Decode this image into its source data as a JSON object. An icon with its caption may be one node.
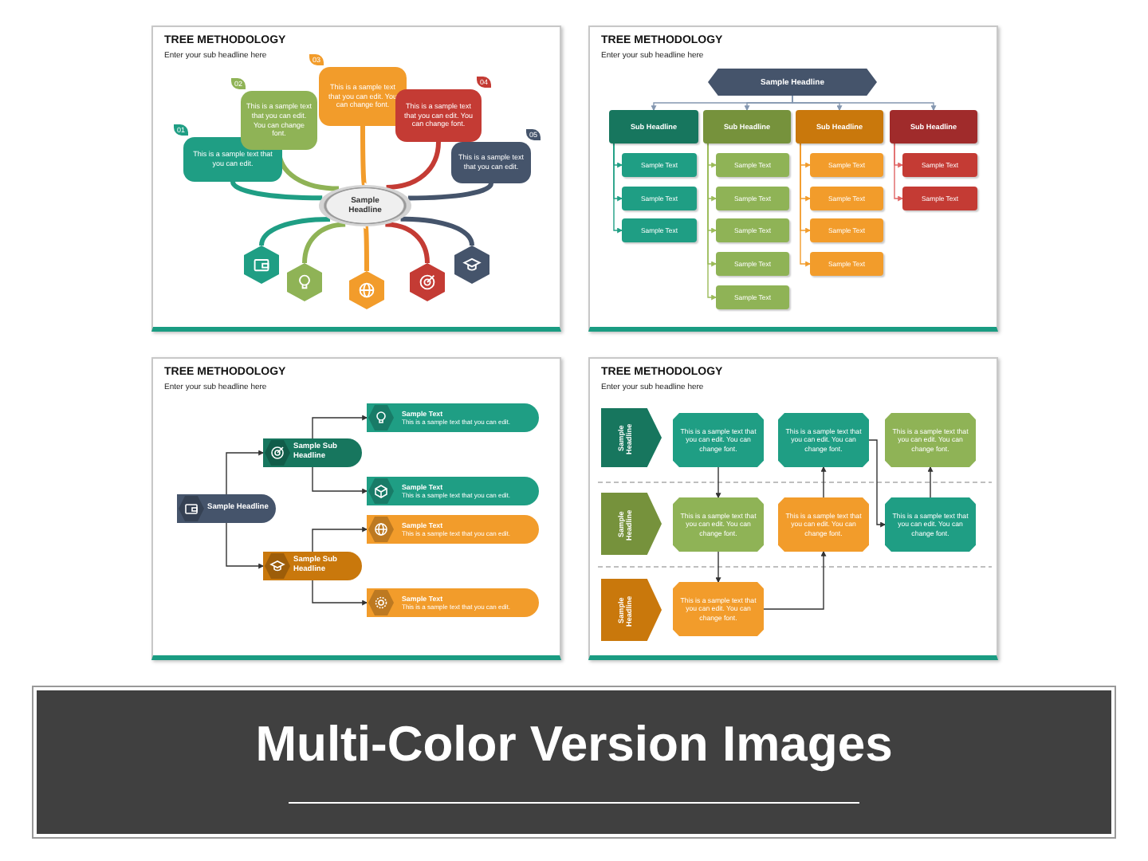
{
  "diagram": {
    "nodes": [
      {
        "text": [
          "TREE METHODOLOGY",
          "Enter your sub headline here"
        ]
      },
      {
        "text": [
          "Sample Headline"
        ],
        "in": 0
      },
      {
        "text": [
          "This is a sample text that you can edit."
        ],
        "beside": [
          "01"
        ],
        "in": 0
      },
      {
        "text": [
          "This is a sample text that you can edit. You can change font."
        ],
        "beside": [
          "02"
        ],
        "in": 0
      },
      {
        "text": [
          "This is a sample text that you can edit. You can change font."
        ],
        "beside": [
          "03"
        ],
        "in": 0
      },
      {
        "text": [
          "This is a sample text that you can edit. You can change font."
        ],
        "beside": [
          "04"
        ],
        "in": 0
      },
      {
        "text": [
          "This is a sample text that you can edit."
        ],
        "beside": [
          "05"
        ],
        "in": 0
      },
      {
        "text": [],
        "shape": "hexagon",
        "in": 0
      },
      {
        "text": [],
        "shape": "hexagon",
        "in": 0
      },
      {
        "text": [],
        "shape": "hexagon",
        "in": 0
      },
      {
        "text": [],
        "shape": "hexagon",
        "in": 0
      },
      {
        "text": [],
        "shape": "hexagon",
        "in": 0
      },
      {
        "text": [
          "TREE METHODOLOGY",
          "Enter your sub headline here"
        ]
      },
      {
        "text": [
          "Sample Headline"
        ],
        "in": 12
      },
      {
        "text": [
          "Sub Headline"
        ],
        "in": 12
      },
      {
        "text": [
          "Sub Headline"
        ],
        "in": 12
      },
      {
        "text": [
          "Sub Headline"
        ],
        "in": 12
      },
      {
        "text": [
          "Sub Headline"
        ],
        "in": 12
      },
      {
        "text": [
          "Sample Text"
        ],
        "in": 12
      },
      {
        "text": [
          "Sample Text"
        ],
        "in": 12
      },
      {
        "text": [
          "Sample Text"
        ],
        "in": 12
      },
      {
        "text": [
          "Sample Text"
        ],
        "in": 12
      },
      {
        "text": [
          "Sample Text"
        ],
        "in": 12
      },
      {
        "text": [
          "Sample Text"
        ],
        "in": 12
      },
      {
        "text": [
          "Sample Text"
        ],
        "in": 12
      },
      {
        "text": [
          "Sample Text"
        ],
        "in": 12
      },
      {
        "text": [
          "Sample Text"
        ],
        "in": 12
      },
      {
        "text": [
          "Sample Text"
        ],
        "in": 12
      },
      {
        "text": [
          "Sample Text"
        ],
        "in": 12
      },
      {
        "text": [
          "Sample Text"
        ],
        "in": 12
      },
      {
        "text": [
          "Sample Text"
        ],
        "in": 12
      },
      {
        "text": [
          "Sample Text"
        ],
        "in": 12
      },
      {
        "text": [
          "TREE METHODOLOGY",
          "Enter your sub headline here"
        ]
      },
      {
        "text": [
          "Sample Headline"
        ],
        "in": 32
      },
      {
        "text": [
          "Sample Sub Headline"
        ],
        "in": 32
      },
      {
        "text": [
          "Sample Sub Headline"
        ],
        "in": 32
      },
      {
        "text": [
          "Sample Text",
          "This is a sample text that you can edit."
        ],
        "in": 32
      },
      {
        "text": [
          "Sample Text",
          "This is a sample text that you can edit."
        ],
        "in": 32
      },
      {
        "text": [
          "Sample Text",
          "This is a sample text that you can edit."
        ],
        "in": 32
      },
      {
        "text": [
          "Sample Text",
          "This is a sample text that you can edit."
        ],
        "in": 32
      },
      {
        "text": [
          "TREE METHODOLOGY",
          "Enter your sub headline here"
        ]
      },
      {
        "text": [
          "Sample Headline"
        ],
        "in": 40
      },
      {
        "text": [
          "Sample Headline"
        ],
        "in": 40
      },
      {
        "text": [
          "Sample Headline"
        ],
        "in": 40
      },
      {
        "text": [
          "This is a sample text that you can edit. You can change font."
        ],
        "in": 40
      },
      {
        "text": [
          "This is a sample text that you can edit. You can change font."
        ],
        "in": 40
      },
      {
        "text": [
          "This is a sample text that you can edit. You can change font."
        ],
        "in": 40
      },
      {
        "text": [
          "This is a sample text that you can edit. You can change font."
        ],
        "in": 40
      },
      {
        "text": [
          "This is a sample text that you can edit. You can change font."
        ],
        "in": 40
      },
      {
        "text": [
          "This is a sample text that you can edit. You can change font."
        ],
        "in": 40
      },
      {
        "text": [
          "This is a sample text that you can edit. You can change font."
        ],
        "in": 40
      },
      {
        "text": [
          "Multi-Color Version Images"
        ]
      }
    ],
    "edges": [
      {
        "from": 1,
        "to": 2,
        "arrow": "none",
        "style": "thick",
        "color": "#1f9e84"
      },
      {
        "from": 1,
        "to": 3,
        "arrow": "none",
        "style": "thick",
        "color": "#8fb356"
      },
      {
        "from": 1,
        "to": 4,
        "arrow": "none",
        "style": "thick",
        "color": "#f29c2b"
      },
      {
        "from": 1,
        "to": 5,
        "arrow": "none",
        "style": "thick",
        "color": "#c43b34"
      },
      {
        "from": 1,
        "to": 6,
        "arrow": "none",
        "style": "thick",
        "color": "#45546b"
      },
      {
        "from": 1,
        "to": 7,
        "arrow": "none",
        "style": "thick",
        "color": "#1f9e84"
      },
      {
        "from": 1,
        "to": 8,
        "arrow": "none",
        "style": "thick",
        "color": "#8fb356"
      },
      {
        "from": 1,
        "to": 9,
        "arrow": "none",
        "style": "thick",
        "color": "#f29c2b"
      },
      {
        "from": 1,
        "to": 10,
        "arrow": "none",
        "style": "thick",
        "color": "#c43b34"
      },
      {
        "from": 1,
        "to": 11,
        "arrow": "none",
        "style": "thick",
        "color": "#45546b"
      },
      {
        "from": 13,
        "to": 14,
        "arrow": "to",
        "color": "#8497b0"
      },
      {
        "from": 13,
        "to": 15,
        "arrow": "to",
        "color": "#8497b0"
      },
      {
        "from": 13,
        "to": 16,
        "arrow": "to",
        "color": "#8497b0"
      },
      {
        "from": 13,
        "to": 17,
        "arrow": "to",
        "color": "#8497b0"
      },
      {
        "from": 14,
        "to": 18,
        "arrow": "to",
        "color": "#1f9e84"
      },
      {
        "from": 14,
        "to": 19,
        "arrow": "to",
        "color": "#1f9e84"
      },
      {
        "from": 14,
        "to": 20,
        "arrow": "to",
        "color": "#1f9e84"
      },
      {
        "from": 15,
        "to": 21,
        "arrow": "to",
        "color": "#9bbb59"
      },
      {
        "from": 15,
        "to": 22,
        "arrow": "to",
        "color": "#9bbb59"
      },
      {
        "from": 15,
        "to": 23,
        "arrow": "to",
        "color": "#9bbb59"
      },
      {
        "from": 15,
        "to": 24,
        "arrow": "to",
        "color": "#9bbb59"
      },
      {
        "from": 15,
        "to": 25,
        "arrow": "to",
        "color": "#9bbb59"
      },
      {
        "from": 16,
        "to": 26,
        "arrow": "to",
        "color": "#f29c2b"
      },
      {
        "from": 16,
        "to": 27,
        "arrow": "to",
        "color": "#f29c2b"
      },
      {
        "from": 16,
        "to": 28,
        "arrow": "to",
        "color": "#f29c2b"
      },
      {
        "from": 16,
        "to": 29,
        "arrow": "to",
        "color": "#f29c2b"
      },
      {
        "from": 17,
        "to": 30,
        "arrow": "to",
        "color": "#e06666"
      },
      {
        "from": 17,
        "to": 31,
        "arrow": "to",
        "color": "#e06666"
      },
      {
        "from": 33,
        "to": 34,
        "arrow": "to"
      },
      {
        "from": 33,
        "to": 35,
        "arrow": "to"
      },
      {
        "from": 34,
        "to": 36,
        "arrow": "to"
      },
      {
        "from": 34,
        "to": 37,
        "arrow": "to"
      },
      {
        "from": 35,
        "to": 38,
        "arrow": "to"
      },
      {
        "from": 35,
        "to": 39,
        "arrow": "to"
      },
      {
        "from": 44,
        "to": 47,
        "arrow": "to"
      },
      {
        "from": 47,
        "to": 50,
        "arrow": "to"
      },
      {
        "from": 50,
        "to": 48,
        "arrow": "to"
      },
      {
        "from": 48,
        "to": 45,
        "arrow": "to"
      },
      {
        "from": 45,
        "to": 49,
        "arrow": "to"
      },
      {
        "from": 49,
        "to": 46,
        "arrow": "to"
      }
    ]
  }
}
